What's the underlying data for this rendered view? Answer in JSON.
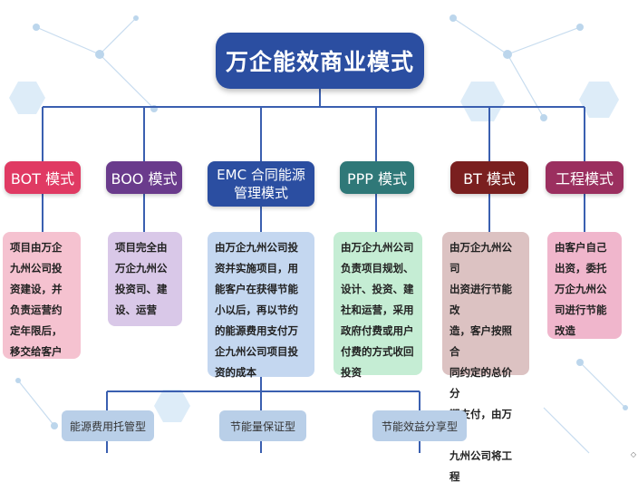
{
  "title": "万企能效商业模式",
  "models": [
    {
      "label": "BOT 模式",
      "color": "#e03a63",
      "desc": "项目由万企\n九州公司投\n资建设，并\n负责运营约\n定年限后，\n移交给客户",
      "desc_color": "#f5c2d0"
    },
    {
      "label": "BOO 模式",
      "color": "#6a3b8c",
      "desc": "项目完全由\n万企九州公\n投资司、建\n设、运营",
      "desc_color": "#d9c8e8"
    },
    {
      "label": "EMC 合同能源\n管理模式",
      "color": "#2b4ea1",
      "desc": "由万企九州公司投\n资并实施项目，用\n能客户在获得节能\n小以后，再以节约\n的能源费用支付万\n企九州公司项目投\n资的成本",
      "desc_color": "#c4d7f0"
    },
    {
      "label": "PPP 模式",
      "color": "#2f7878",
      "desc": "由万企九州公司\n负责项目规划、\n设计、投资、建\n社和运营，采用\n政府付费或用户\n付费的方式收回\n投资",
      "desc_color": "#c5edd4"
    },
    {
      "label": "BT 模式",
      "color": "#7a1f1f",
      "desc": "由万企九州公司\n出资进行节能改\n造，客户按照合\n同约定的总价分\n期支付，由万企\n九州公司将工程\n移交给客户",
      "desc_color": "#dcc2c2"
    },
    {
      "label": "工程模式",
      "color": "#9b2f5f",
      "desc": "由客户自己\n出资，委托\n万企九州公\n司进行节能\n改造",
      "desc_color": "#f0b6cc"
    }
  ],
  "emc_types": [
    "能源费用托管型",
    "节能量保证型",
    "节能效益分享型"
  ],
  "corner_mark": "◇"
}
